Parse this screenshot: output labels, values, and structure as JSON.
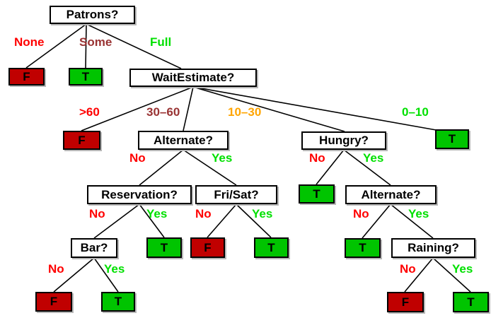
{
  "diagram_type": "decision-tree",
  "colors": {
    "branch_red": "#ff0000",
    "branch_dark_red": "#993333",
    "branch_orange": "#ffa500",
    "branch_green": "#00e000",
    "leaf_false_bg": "#c00000",
    "leaf_true_bg": "#00c400",
    "node_bg": "#ffffff",
    "edge": "#000000"
  },
  "tree": {
    "label": "Patrons?",
    "branches": [
      {
        "label": "None",
        "child": {
          "label": "F"
        }
      },
      {
        "label": "Some",
        "child": {
          "label": "T"
        }
      },
      {
        "label": "Full",
        "child": {
          "label": "WaitEstimate?",
          "branches": [
            {
              "label": ">60",
              "child": {
                "label": "F"
              }
            },
            {
              "label": "30–60",
              "child": {
                "label": "Alternate?",
                "branches": [
                  {
                    "label": "No",
                    "child": {
                      "label": "Reservation?",
                      "branches": [
                        {
                          "label": "No",
                          "child": {
                            "label": "Bar?",
                            "branches": [
                              {
                                "label": "No",
                                "child": {
                                  "label": "F"
                                }
                              },
                              {
                                "label": "Yes",
                                "child": {
                                  "label": "T"
                                }
                              }
                            ]
                          }
                        },
                        {
                          "label": "Yes",
                          "child": {
                            "label": "T"
                          }
                        }
                      ]
                    }
                  },
                  {
                    "label": "Yes",
                    "child": {
                      "label": "Fri/Sat?",
                      "branches": [
                        {
                          "label": "No",
                          "child": {
                            "label": "F"
                          }
                        },
                        {
                          "label": "Yes",
                          "child": {
                            "label": "T"
                          }
                        }
                      ]
                    }
                  }
                ]
              }
            },
            {
              "label": "10–30",
              "child": {
                "label": "Hungry?",
                "branches": [
                  {
                    "label": "No",
                    "child": {
                      "label": "T"
                    }
                  },
                  {
                    "label": "Yes",
                    "child": {
                      "label": "Alternate?",
                      "branches": [
                        {
                          "label": "No",
                          "child": {
                            "label": "T"
                          }
                        },
                        {
                          "label": "Yes",
                          "child": {
                            "label": "Raining?",
                            "branches": [
                              {
                                "label": "No",
                                "child": {
                                  "label": "F"
                                }
                              },
                              {
                                "label": "Yes",
                                "child": {
                                  "label": "T"
                                }
                              }
                            ]
                          }
                        }
                      ]
                    }
                  }
                ]
              }
            },
            {
              "label": "0–10",
              "child": {
                "label": "T"
              }
            }
          ]
        }
      }
    ]
  }
}
